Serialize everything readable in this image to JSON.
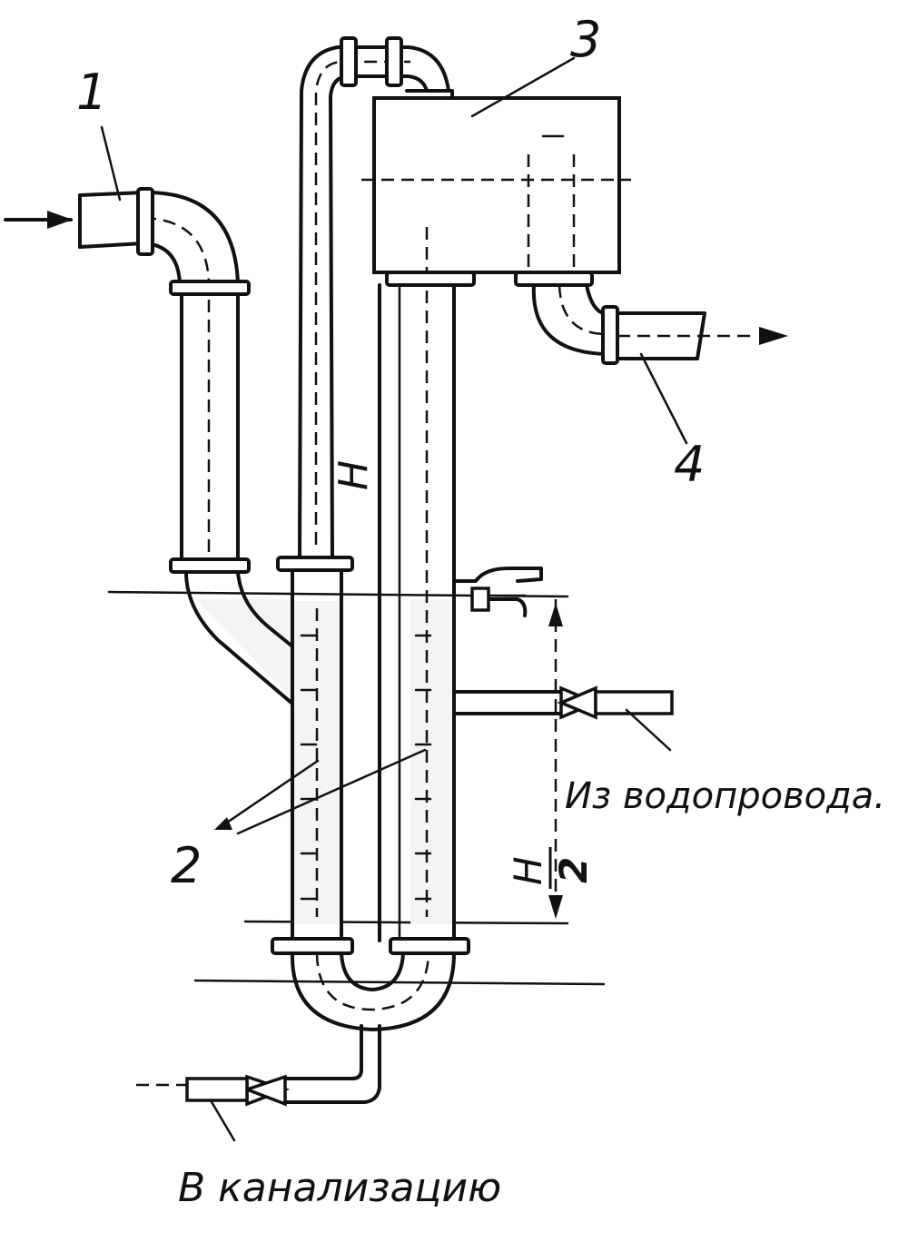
{
  "diagram": {
    "labels": {
      "inlet_number": "1",
      "tubes_number": "2",
      "tank_number": "3",
      "outlet_number": "4",
      "height_symbol": "H",
      "half_height_num": "H",
      "half_height_den": "2",
      "water_supply": "Из водопровода.",
      "drain": "В канализацию"
    },
    "colors": {
      "ink": "#111111",
      "paper": "#ffffff",
      "water_fill": "#f4f4f4"
    }
  }
}
